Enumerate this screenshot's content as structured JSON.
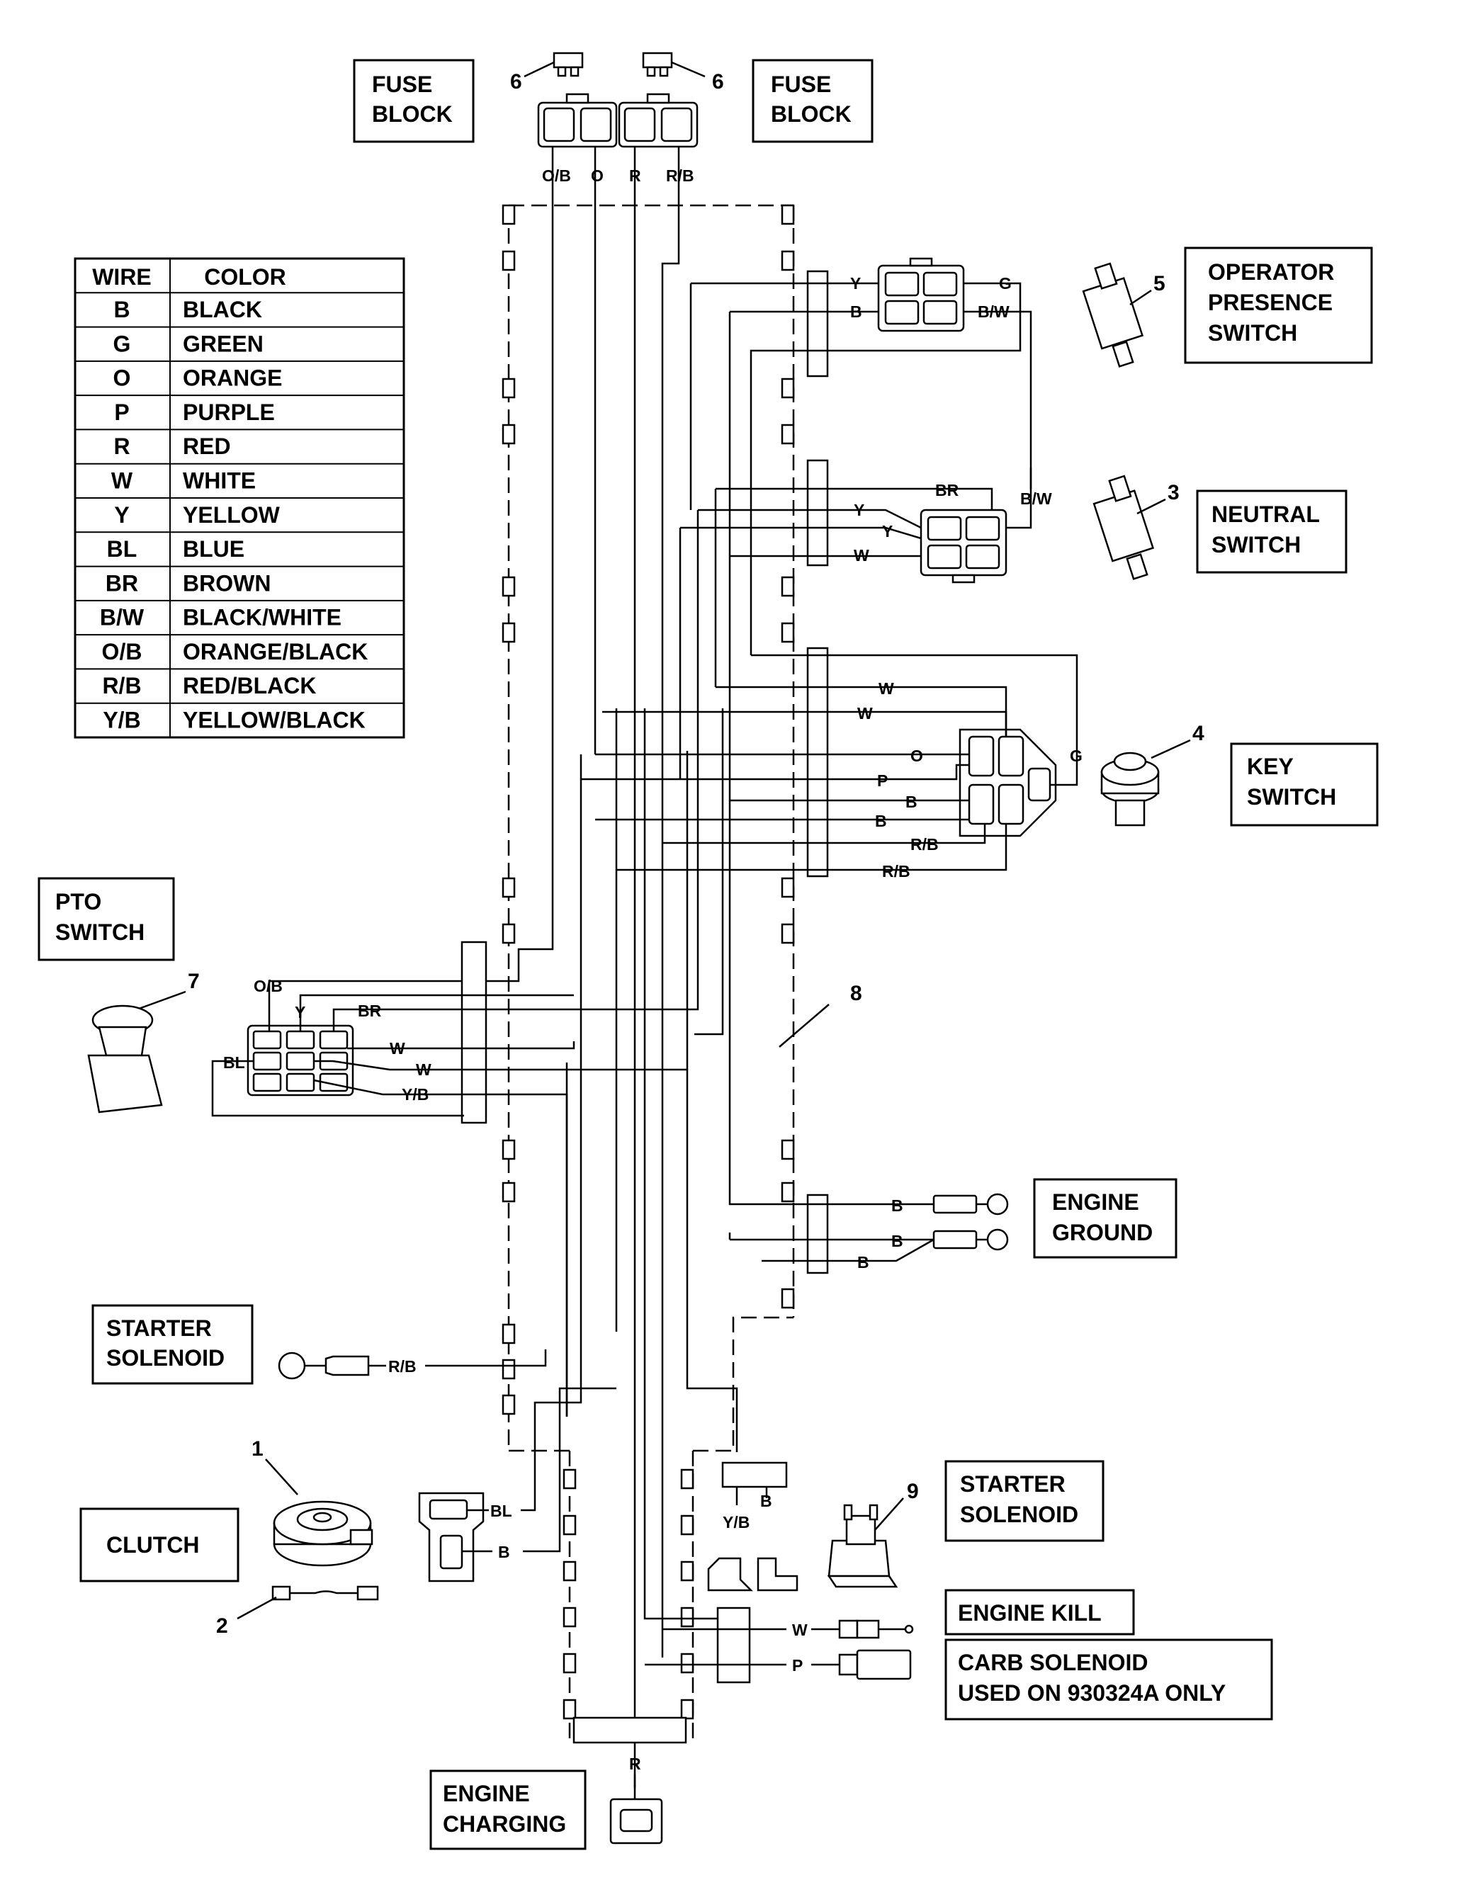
{
  "legend": {
    "header": {
      "wire": "WIRE",
      "color": "COLOR"
    },
    "rows": [
      {
        "code": "B",
        "color": "BLACK"
      },
      {
        "code": "G",
        "color": "GREEN"
      },
      {
        "code": "O",
        "color": "ORANGE"
      },
      {
        "code": "P",
        "color": "PURPLE"
      },
      {
        "code": "R",
        "color": "RED"
      },
      {
        "code": "W",
        "color": "WHITE"
      },
      {
        "code": "Y",
        "color": "YELLOW"
      },
      {
        "code": "BL",
        "color": "BLUE"
      },
      {
        "code": "BR",
        "color": "BROWN"
      },
      {
        "code": "B/W",
        "color": "BLACK/WHITE"
      },
      {
        "code": "O/B",
        "color": "ORANGE/BLACK"
      },
      {
        "code": "R/B",
        "color": "RED/BLACK"
      },
      {
        "code": "Y/B",
        "color": "YELLOW/BLACK"
      }
    ]
  },
  "components": {
    "fuse_left": [
      "FUSE",
      "BLOCK"
    ],
    "fuse_right": [
      "FUSE",
      "BLOCK"
    ],
    "operator": [
      "OPERATOR",
      "PRESENCE",
      "SWITCH"
    ],
    "neutral": [
      "NEUTRAL",
      "SWITCH"
    ],
    "key": [
      "KEY",
      "SWITCH"
    ],
    "pto": [
      "PTO",
      "SWITCH"
    ],
    "engine_ground": [
      "ENGINE",
      "GROUND"
    ],
    "starter_left": [
      "STARTER",
      "SOLENOID"
    ],
    "starter_right": [
      "STARTER",
      "SOLENOID"
    ],
    "clutch": [
      "CLUTCH"
    ],
    "engine_kill": [
      "ENGINE KILL"
    ],
    "carb": [
      "CARB SOLENOID",
      "USED ON 930324A ONLY"
    ],
    "charging": [
      "ENGINE",
      "CHARGING"
    ]
  },
  "callouts": {
    "fuse_left": "6",
    "fuse_right": "6",
    "operator": "5",
    "neutral": "3",
    "key": "4",
    "pto": "7",
    "harness": "8",
    "clutch": "1",
    "clutch_conn": "2",
    "starter_solenoid": "9"
  },
  "wire_labels": {
    "fuse_ob": "O/B",
    "fuse_o": "O",
    "fuse_r": "R",
    "fuse_rb": "R/B",
    "op_y": "Y",
    "op_b": "B",
    "op_g": "G",
    "op_bw": "B/W",
    "n_br": "BR",
    "n_bw": "B/W",
    "n_y1": "Y",
    "n_y2": "Y",
    "n_w": "W",
    "k_w1": "W",
    "k_w2": "W",
    "k_o": "O",
    "k_p": "P",
    "k_b1": "B",
    "k_b2": "B",
    "k_rb1": "R/B",
    "k_rb2": "R/B",
    "k_g": "G",
    "p_ob": "O/B",
    "p_y": "Y",
    "p_br": "BR",
    "p_w1": "W",
    "p_bl": "BL",
    "p_w2": "W",
    "p_yb": "Y/B",
    "g_b1": "B",
    "g_b2": "B",
    "g_b3": "B",
    "s_rb": "R/B",
    "c_bl": "BL",
    "c_b": "B",
    "ss_yb": "Y/B",
    "ss_b": "B",
    "kill_w": "W",
    "carb_p": "P",
    "chg_r": "R"
  }
}
